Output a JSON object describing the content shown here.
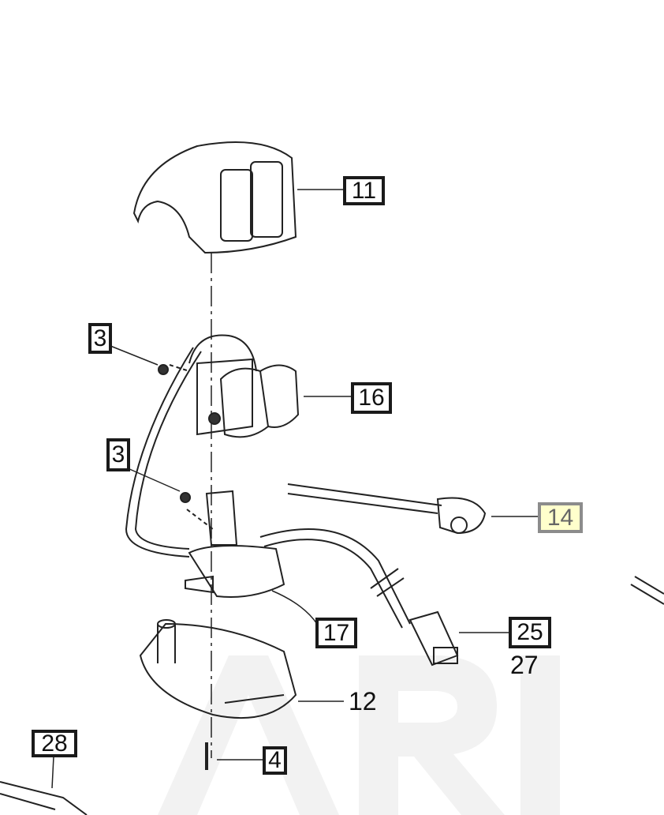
{
  "watermark": "ARI",
  "callouts": {
    "c11": "11",
    "c3a": "3",
    "c16": "16",
    "c3b": "3",
    "c14": "14",
    "c17": "17",
    "c25": "25",
    "c27": "27",
    "c12": "12",
    "c28": "28",
    "c4": "4"
  },
  "colors": {
    "highlight": "#ffffcc",
    "line": "#1a1a1a"
  }
}
